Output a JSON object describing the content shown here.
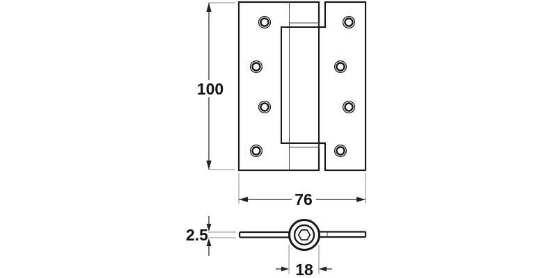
{
  "colors": {
    "background": "#ffffff",
    "line": "#1a1a1a",
    "thinline": "#444444",
    "dim": "#222222",
    "extension": "#8a8a8a",
    "text": "#111111"
  },
  "drawing": {
    "type": "technical-drawing",
    "subject": "spring hinge, front view and barrel section view",
    "dimensions": {
      "height": "100",
      "width": "76",
      "leaf_thickness": "2.5",
      "barrel_diameter": "18"
    },
    "front_view": {
      "screw_holes_per_leaf": 4,
      "screw_hole_total": 8
    }
  }
}
